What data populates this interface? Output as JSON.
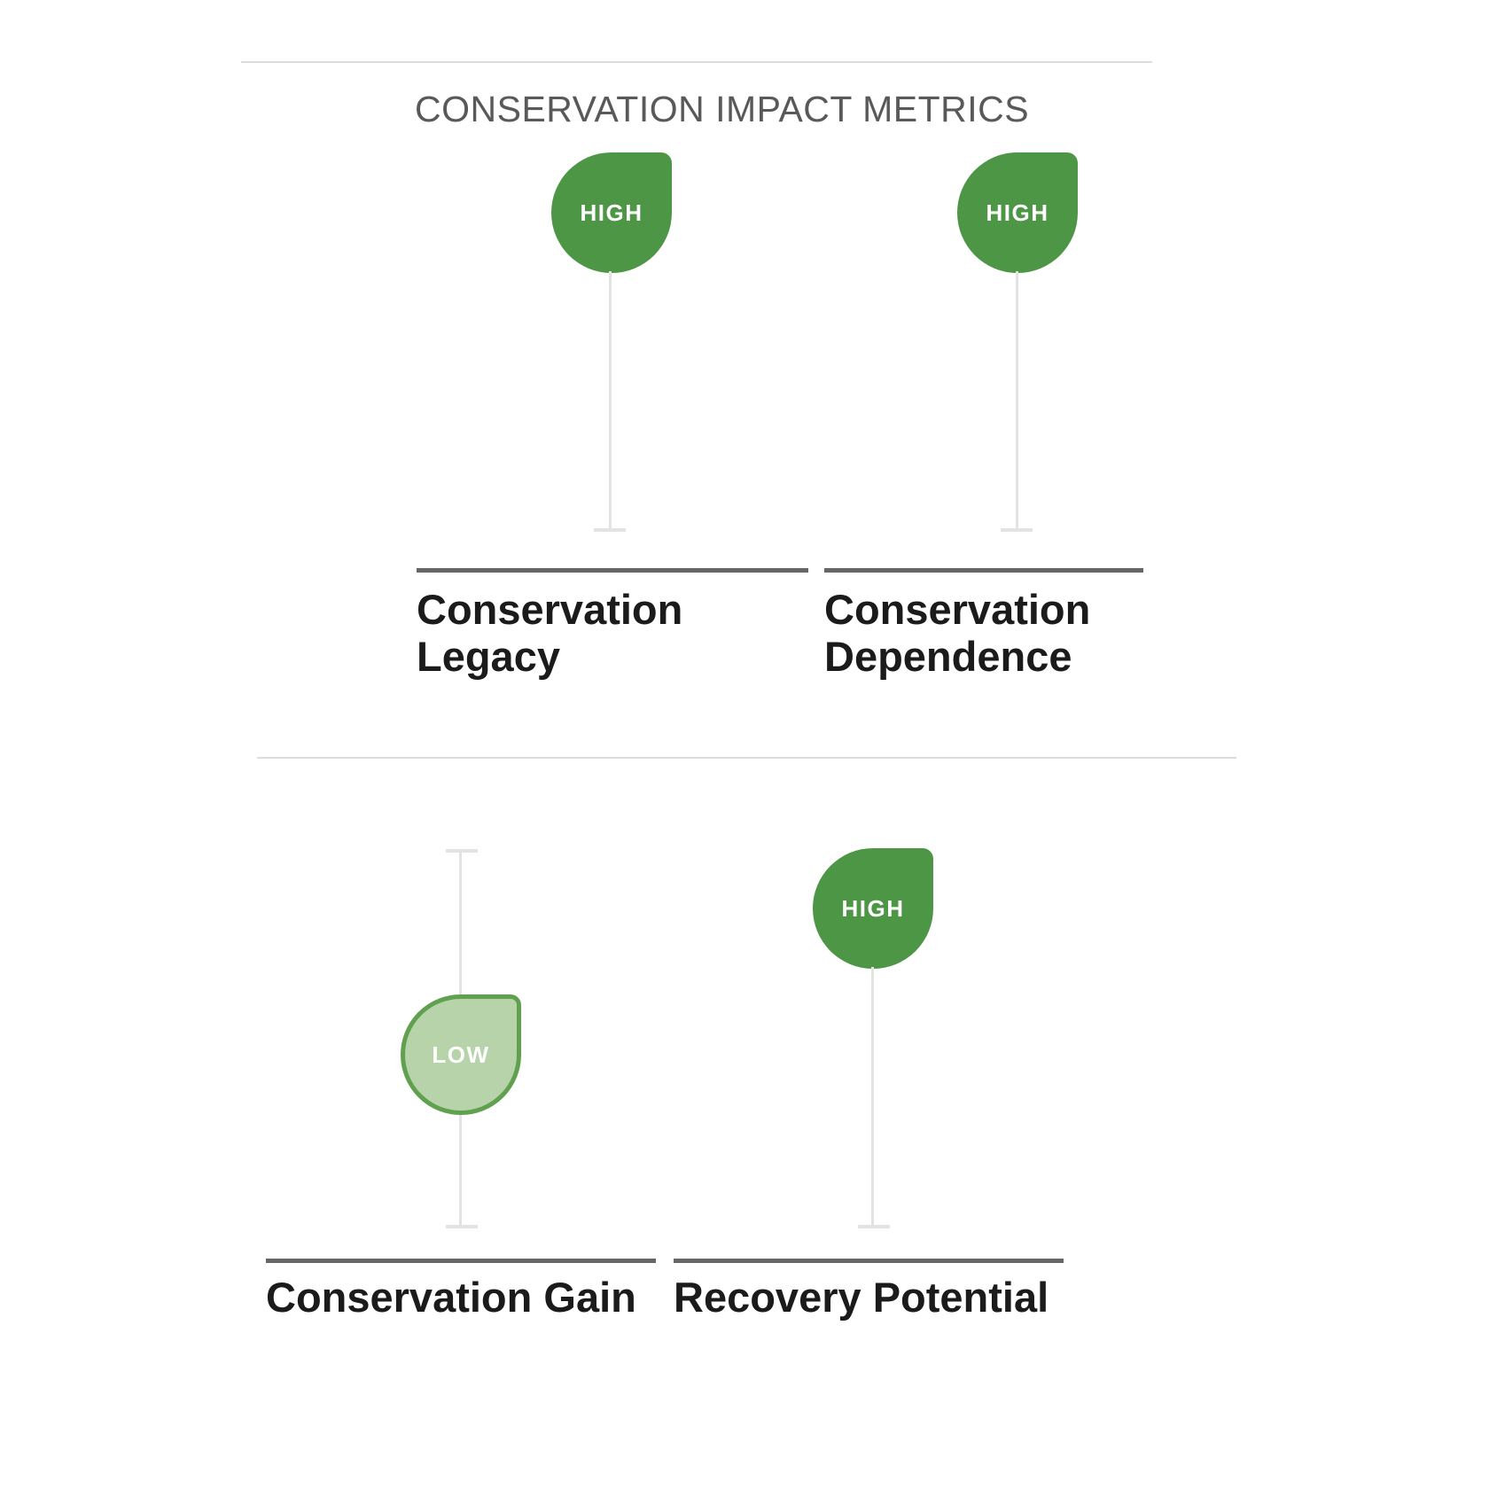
{
  "title": "CONSERVATION IMPACT METRICS",
  "colors": {
    "high_fill": "#4d9645",
    "low_fill": "#b6d3aa",
    "low_border": "#61a04f",
    "stem": "#e3e3e3",
    "axis": "#666666",
    "title_text": "#595959",
    "label_text": "#1b1b1b",
    "badge_text": "#ffffff"
  },
  "metrics": [
    {
      "label": "Conservation Legacy",
      "value": "HIGH",
      "level": "high"
    },
    {
      "label": "Conservation Dependence",
      "value": "HIGH",
      "level": "high"
    },
    {
      "label": "Conservation Gain",
      "value": "LOW",
      "level": "low"
    },
    {
      "label": "Recovery Potential",
      "value": "HIGH",
      "level": "high"
    }
  ],
  "chart_data": {
    "type": "bar",
    "subtype": "lollipop-indicator",
    "title": "CONSERVATION IMPACT METRICS",
    "categories": [
      "Conservation Legacy",
      "Conservation Dependence",
      "Conservation Gain",
      "Recovery Potential"
    ],
    "values": [
      "HIGH",
      "HIGH",
      "LOW",
      "HIGH"
    ],
    "numeric_positions_fraction_of_axis": [
      1.0,
      1.0,
      0.45,
      1.0
    ],
    "value_scale": [
      "LOW",
      "HIGH"
    ],
    "marker": "leaf-droplet",
    "legend": "none",
    "grid": false,
    "layout": "2x2 panels, category labels below axis baselines"
  }
}
